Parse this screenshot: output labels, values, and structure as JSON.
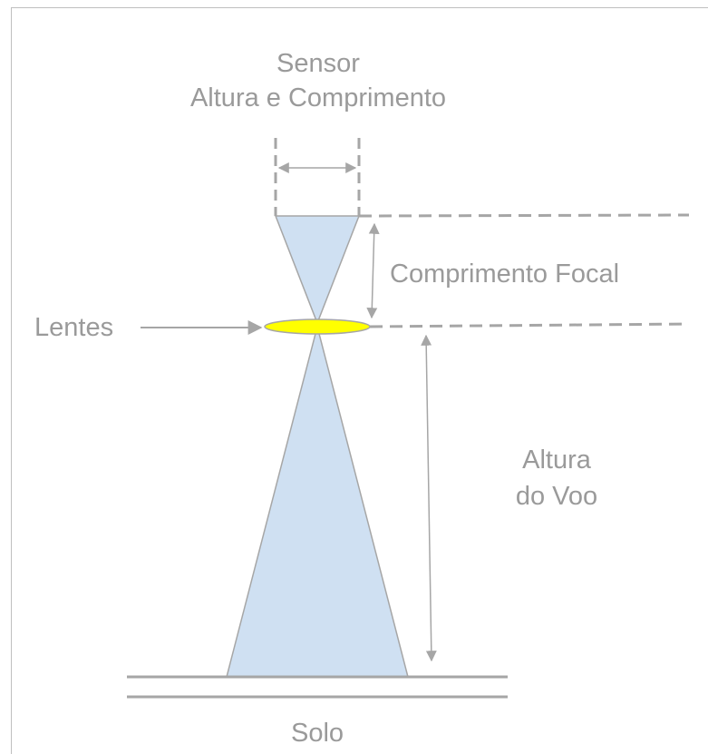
{
  "labels": {
    "sensor_line1": "Sensor",
    "sensor_line2": "Altura e Comprimento",
    "focal_length": "Comprimento Focal",
    "lens": "Lentes",
    "flight_height_line1": "Altura",
    "flight_height_line2": "do Voo",
    "ground": "Solo"
  },
  "colors": {
    "text": "#9a9a9a",
    "lines": "#a6a6a6",
    "cone_fill": "#cfe0f2",
    "lens_fill": "#ffff00"
  }
}
